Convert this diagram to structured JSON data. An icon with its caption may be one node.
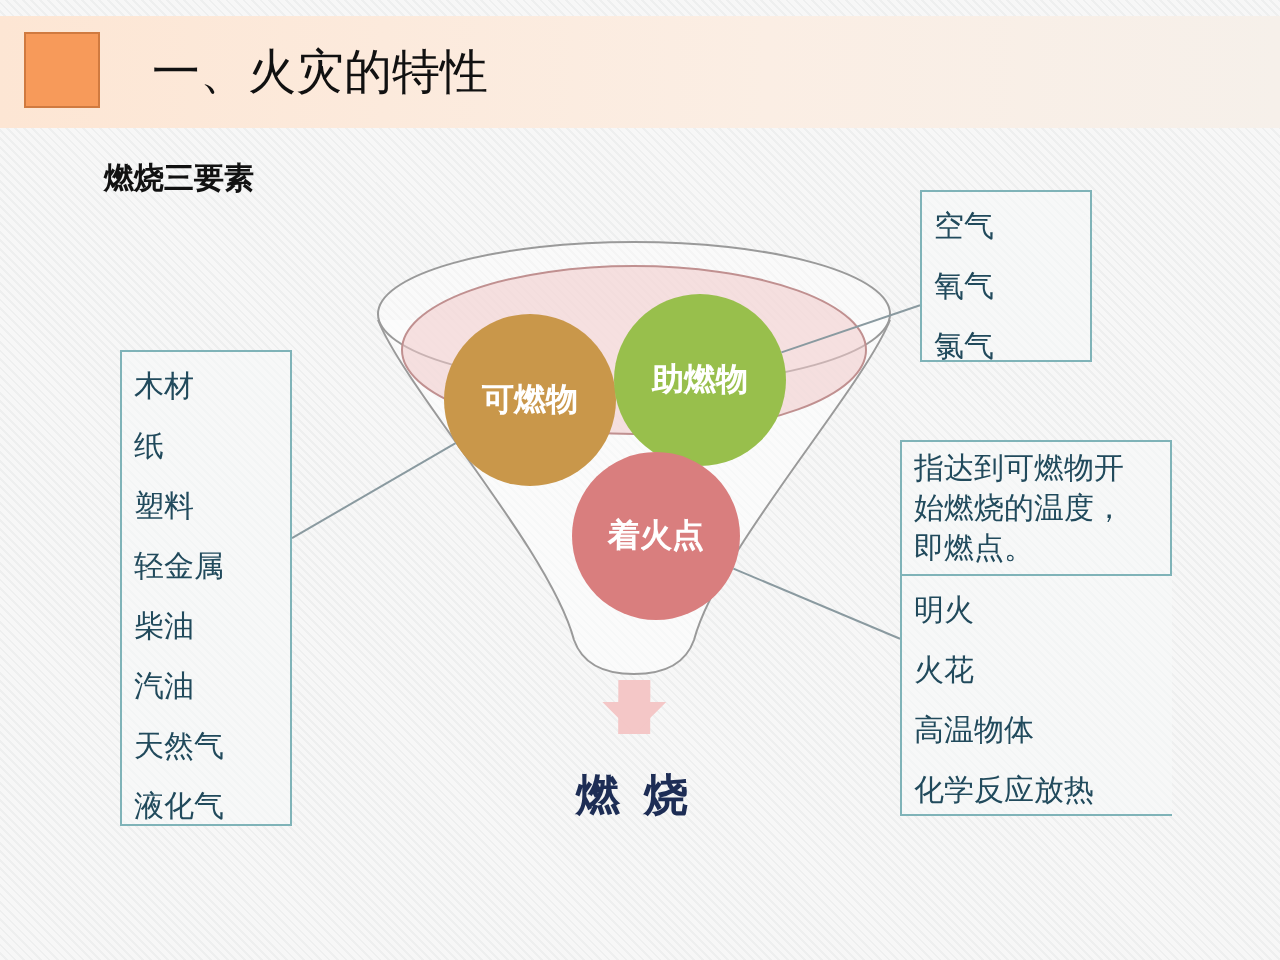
{
  "diagram": {
    "title": "一、火灾的特性",
    "nodes": [
      {
        "text": [],
        "shape": "funnel"
      },
      {
        "text": [
          "可燃物"
        ],
        "in": 0
      },
      {
        "text": [
          "助燃物"
        ],
        "in": 0
      },
      {
        "text": [
          "着火点"
        ],
        "in": 0
      },
      {
        "text": [
          "木材",
          "纸",
          "塑料",
          "轻金属",
          "柴油",
          "汽油",
          "天然气",
          "液化气"
        ]
      },
      {
        "text": [
          "空气",
          "氧气",
          "氯气"
        ]
      },
      {
        "text": [
          "指达到可燃物开始燃烧的温度，即燃点。"
        ]
      },
      {
        "text": [
          "明火",
          "火花",
          "高温物体",
          "化学反应放热"
        ]
      },
      {
        "text": [
          "燃 烧"
        ]
      }
    ],
    "edges": [
      {
        "from": 4,
        "to": 1,
        "arrow": "none"
      },
      {
        "from": 5,
        "to": 2,
        "arrow": "none"
      },
      {
        "from": 7,
        "to": 3,
        "arrow": "none"
      },
      {
        "from": 0,
        "to": 8,
        "arrow": "to",
        "style": "thick",
        "color": "#f4c7c7"
      }
    ],
    "labels": [
      "燃烧三要素"
    ]
  }
}
